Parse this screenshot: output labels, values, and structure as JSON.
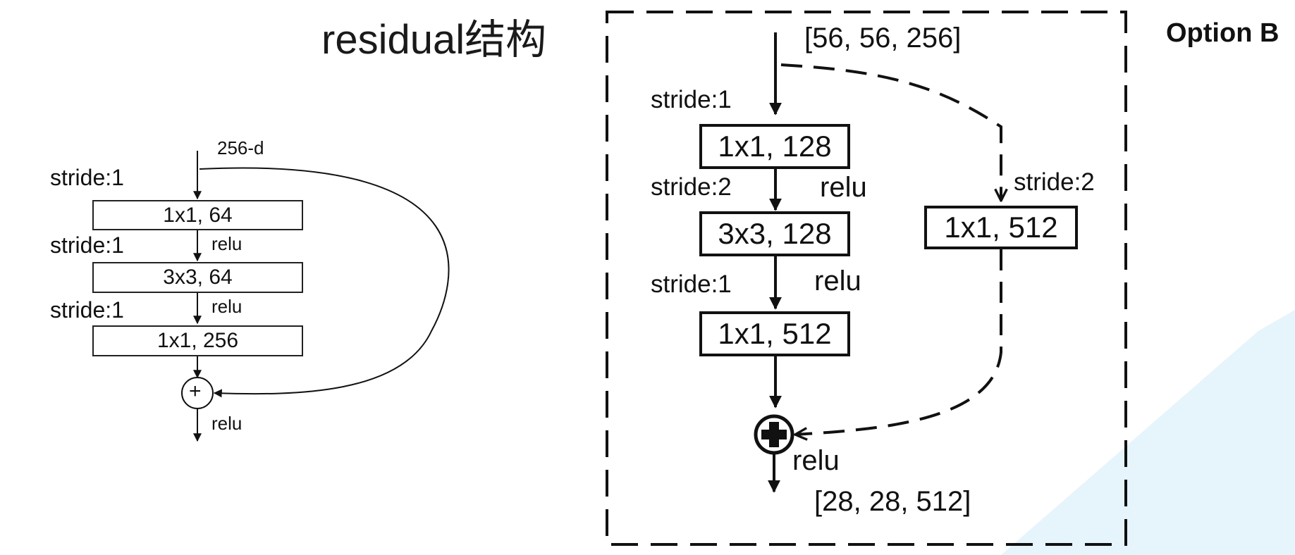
{
  "title": "residual结构",
  "option_label": "Option B",
  "left_block": {
    "input_label": "256-d",
    "stride_1": "stride:1",
    "stride_2": "stride:1",
    "stride_3": "stride:1",
    "box_1": "1x1, 64",
    "box_2": "3x3, 64",
    "box_3": "1x1, 256",
    "relu_1": "relu",
    "relu_2": "relu",
    "relu_out": "relu",
    "add_symbol": "+"
  },
  "right_block": {
    "input_shape": "[56, 56, 256]",
    "stride_1": "stride:1",
    "stride_2": "stride:2",
    "stride_3": "stride:1",
    "box_1": "1x1, 128",
    "box_2": "3x3, 128",
    "box_3": "1x1, 512",
    "relu_1": "relu",
    "relu_2": "relu",
    "relu_out": "relu",
    "shortcut_stride": "stride:2",
    "shortcut_box": "1x1, 512",
    "output_shape": "[28, 28, 512]"
  },
  "colors": {
    "line": "#111111",
    "background_accent": "#e6f4fb"
  }
}
